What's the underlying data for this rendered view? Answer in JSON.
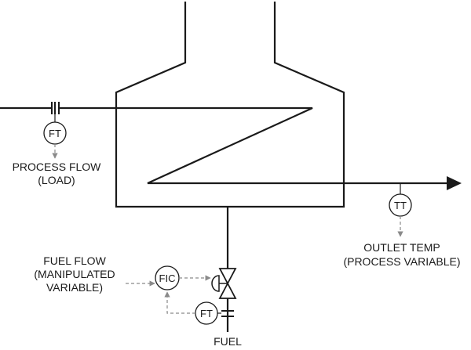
{
  "instruments": {
    "process_ft": "FT",
    "outlet_tt": "TT",
    "fuel_fic": "FIC",
    "fuel_ft": "FT"
  },
  "labels": {
    "process_flow": [
      "PROCESS FLOW",
      "(LOAD)"
    ],
    "outlet_temp": [
      "OUTLET TEMP",
      "(PROCESS VARIABLE)"
    ],
    "fuel_flow": [
      "FUEL FLOW",
      "(MANIPULATED",
      "VARIABLE)"
    ],
    "fuel": "FUEL"
  },
  "colors": {
    "line": "#1a1a1a",
    "signal": "#8a8a8a",
    "background": "#ffffff"
  }
}
